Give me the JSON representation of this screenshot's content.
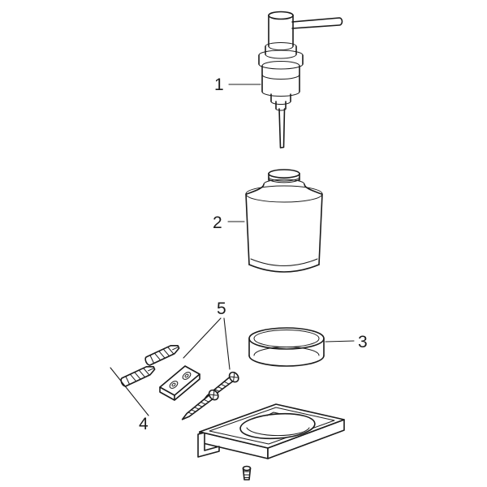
{
  "diagram": {
    "background_color": "#ffffff",
    "line_color": "#1b1b1b",
    "parts": {
      "pump": {
        "label": "1"
      },
      "container": {
        "label": "2"
      },
      "ring": {
        "label": "3"
      },
      "bracket": {
        "label": "4"
      },
      "fixing_set": {
        "label": "5"
      }
    }
  }
}
